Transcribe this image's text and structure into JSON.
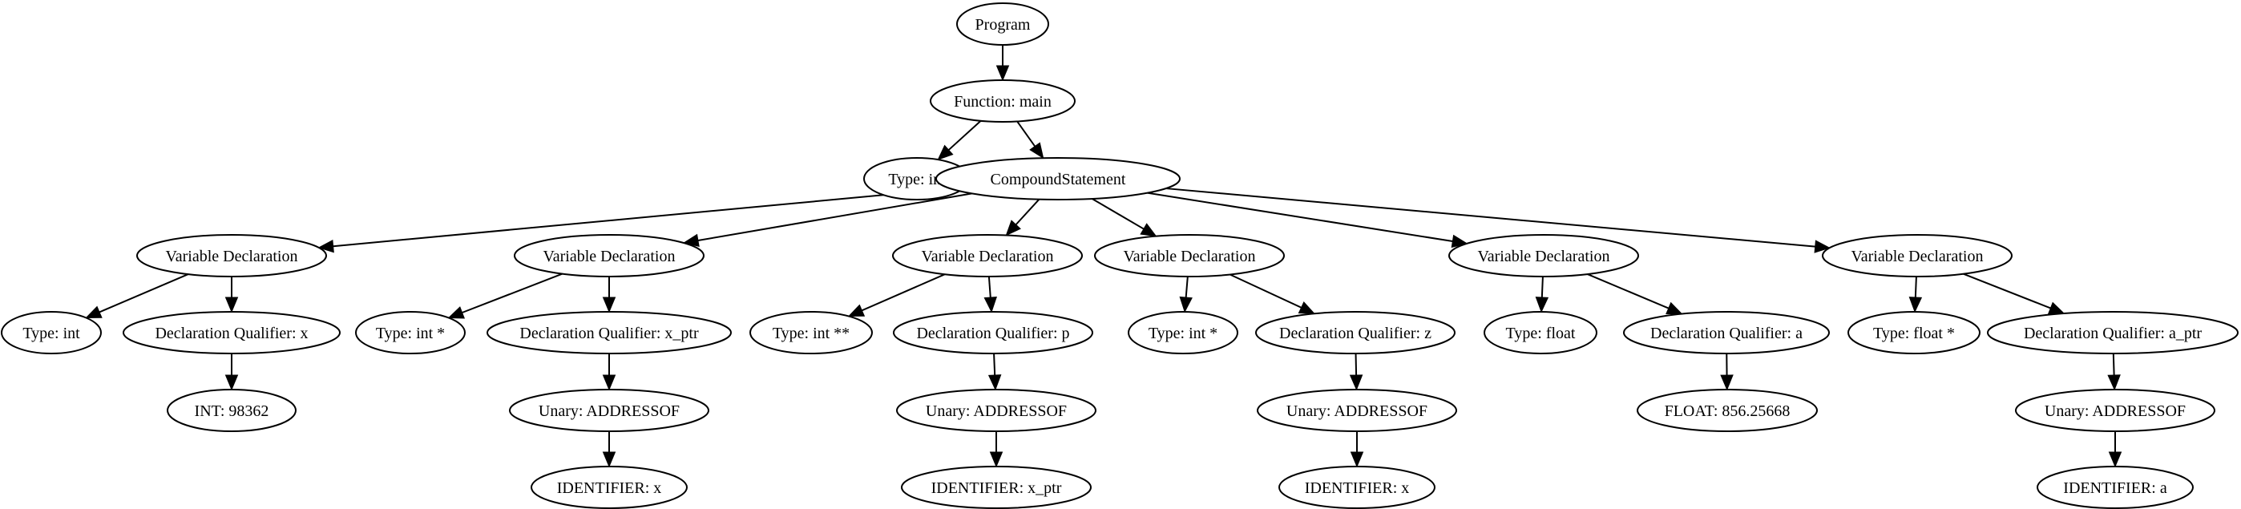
{
  "diagram": {
    "nodes": [
      {
        "id": "n1",
        "label": "Program"
      },
      {
        "id": "n2",
        "label": "Function: main"
      },
      {
        "id": "n3",
        "label": "Type: int"
      },
      {
        "id": "n4",
        "label": "CompoundStatement"
      },
      {
        "id": "n5",
        "label": "Variable Declaration"
      },
      {
        "id": "n6",
        "label": "Variable Declaration"
      },
      {
        "id": "n7",
        "label": "Variable Declaration"
      },
      {
        "id": "n8",
        "label": "Variable Declaration"
      },
      {
        "id": "n9",
        "label": "Variable Declaration"
      },
      {
        "id": "n10",
        "label": "Variable Declaration"
      },
      {
        "id": "n11",
        "label": "Type: int"
      },
      {
        "id": "n12",
        "label": "Declaration Qualifier: x"
      },
      {
        "id": "n13",
        "label": "Type: int *"
      },
      {
        "id": "n14",
        "label": "Declaration Qualifier: x_ptr"
      },
      {
        "id": "n15",
        "label": "Type: int **"
      },
      {
        "id": "n16",
        "label": "Declaration Qualifier: p"
      },
      {
        "id": "n17",
        "label": "Type: int *"
      },
      {
        "id": "n18",
        "label": "Declaration Qualifier: z"
      },
      {
        "id": "n19",
        "label": "Type: float"
      },
      {
        "id": "n20",
        "label": "Declaration Qualifier: a"
      },
      {
        "id": "n21",
        "label": "Type: float *"
      },
      {
        "id": "n22",
        "label": "Declaration Qualifier: a_ptr"
      },
      {
        "id": "n23",
        "label": "INT: 98362"
      },
      {
        "id": "n24",
        "label": "Unary: ADDRESSOF"
      },
      {
        "id": "n25",
        "label": "Unary: ADDRESSOF"
      },
      {
        "id": "n26",
        "label": "Unary: ADDRESSOF"
      },
      {
        "id": "n27",
        "label": "FLOAT: 856.25668"
      },
      {
        "id": "n28",
        "label": "Unary: ADDRESSOF"
      },
      {
        "id": "n29",
        "label": "IDENTIFIER: x"
      },
      {
        "id": "n30",
        "label": "IDENTIFIER: x_ptr"
      },
      {
        "id": "n31",
        "label": "IDENTIFIER: x"
      },
      {
        "id": "n32",
        "label": "IDENTIFIER: a"
      }
    ],
    "edges": [
      [
        "n1",
        "n2"
      ],
      [
        "n2",
        "n3"
      ],
      [
        "n2",
        "n4"
      ],
      [
        "n4",
        "n5"
      ],
      [
        "n4",
        "n6"
      ],
      [
        "n4",
        "n7"
      ],
      [
        "n4",
        "n8"
      ],
      [
        "n4",
        "n9"
      ],
      [
        "n4",
        "n10"
      ],
      [
        "n5",
        "n11"
      ],
      [
        "n5",
        "n12"
      ],
      [
        "n12",
        "n23"
      ],
      [
        "n6",
        "n13"
      ],
      [
        "n6",
        "n14"
      ],
      [
        "n14",
        "n24"
      ],
      [
        "n24",
        "n29"
      ],
      [
        "n7",
        "n15"
      ],
      [
        "n7",
        "n16"
      ],
      [
        "n16",
        "n25"
      ],
      [
        "n25",
        "n30"
      ],
      [
        "n8",
        "n17"
      ],
      [
        "n8",
        "n18"
      ],
      [
        "n18",
        "n26"
      ],
      [
        "n26",
        "n31"
      ],
      [
        "n9",
        "n19"
      ],
      [
        "n9",
        "n20"
      ],
      [
        "n20",
        "n27"
      ],
      [
        "n10",
        "n21"
      ],
      [
        "n10",
        "n22"
      ],
      [
        "n22",
        "n28"
      ],
      [
        "n28",
        "n32"
      ]
    ]
  }
}
